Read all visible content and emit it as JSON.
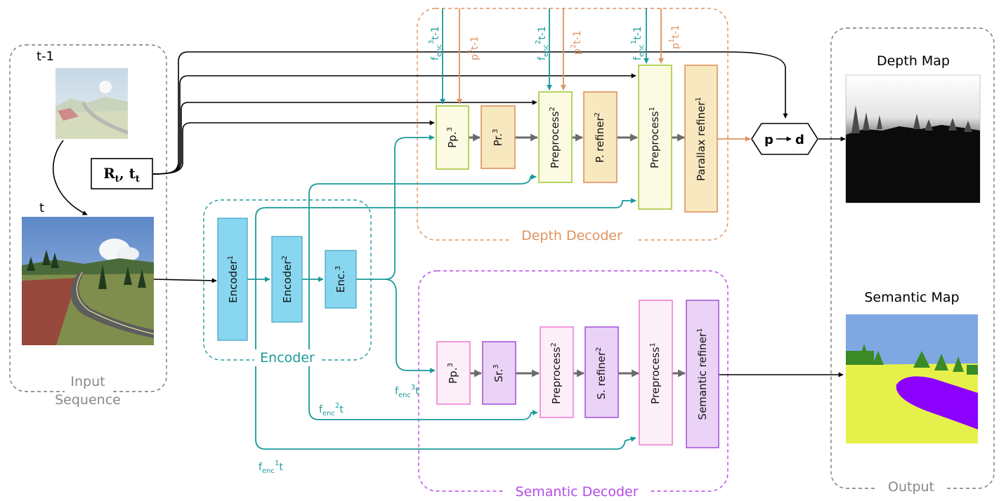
{
  "colors": {
    "depth": "#e0925f",
    "semantic": "#b44ae8",
    "teal": "#1a9a9a",
    "encoder_fill": "#88d6ef",
    "encoder_stroke": "#4aa8c8",
    "depth_block_fill": "#f8e8c0",
    "depth_block_stroke": "#e0925f",
    "pp_fill": "#fbfbe3",
    "pp_stroke": "#a6c83a",
    "sem_block_fill": "#ead3f7",
    "sem_block_stroke": "#a658d8",
    "sem_pp_fill": "#fdeff8",
    "sem_pp_stroke": "#f17fd6",
    "grey_arrow": "#6b6b6b",
    "frame": "#777777",
    "sky": "#7fa8e2",
    "ground": "#e6f04a",
    "tree": "#3a8a26",
    "road": "#8b00ff"
  },
  "input_group": {
    "label_line1": "Input",
    "label_line2": "Sequence",
    "frame_prev_label": "t-1",
    "frame_curr_label": "t",
    "pose_main": "R",
    "pose_sub": "t",
    "pose_sep": ", ",
    "pose_main2": "t",
    "pose_sub2": "t"
  },
  "encoder_group": {
    "label": "Encoder",
    "blocks": [
      {
        "main": "Encoder",
        "sup": "1"
      },
      {
        "main": "Encoder",
        "sup": "2"
      },
      {
        "main": "Enc.",
        "sup": "3"
      }
    ]
  },
  "depth_group": {
    "label": "Depth Decoder",
    "blocks": [
      {
        "main": "Pp.",
        "sup": "3"
      },
      {
        "main": "Pr.",
        "sup": "3"
      },
      {
        "main": "Preprocess",
        "sup": "2"
      },
      {
        "main": "P. refiner",
        "sup": "2"
      },
      {
        "main": "Preprocess",
        "sup": "1"
      },
      {
        "main": "Parallax refiner",
        "sup": "1"
      }
    ],
    "top_inputs": [
      {
        "base": "f",
        "sub": "enc",
        "sup": "3",
        "rest": "t-1"
      },
      {
        "base": "p",
        "sup": "3",
        "rest": "t-1"
      },
      {
        "base": "f",
        "sub": "enc",
        "sup": "2",
        "rest": "t-1"
      },
      {
        "base": "p",
        "sup": "2",
        "rest": "t-1"
      },
      {
        "base": "f",
        "sub": "enc",
        "sup": "1",
        "rest": "t-1"
      },
      {
        "base": "p",
        "sup": "1",
        "rest": "t-1"
      }
    ]
  },
  "semantic_group": {
    "label": "Semantic Decoder",
    "blocks": [
      {
        "main": "Pp.",
        "sup": "3"
      },
      {
        "main": "Sr.",
        "sup": "3"
      },
      {
        "main": "Preprocess",
        "sup": "2"
      },
      {
        "main": "S. refiner",
        "sup": "2"
      },
      {
        "main": "Preprocess",
        "sup": "1"
      },
      {
        "main": "Semantic refiner",
        "sup": "1"
      }
    ]
  },
  "feature_labels": [
    {
      "base": "f",
      "sub": "enc",
      "sup": "3",
      "rest": "t"
    },
    {
      "base": "f",
      "sub": "enc",
      "sup": "2",
      "rest": "t"
    },
    {
      "base": "f",
      "sub": "enc",
      "sup": "1",
      "rest": "t"
    }
  ],
  "converter": {
    "left": "p",
    "right": "d"
  },
  "output_group": {
    "label": "Output",
    "depth_title": "Depth Map",
    "semantic_title": "Semantic Map"
  }
}
